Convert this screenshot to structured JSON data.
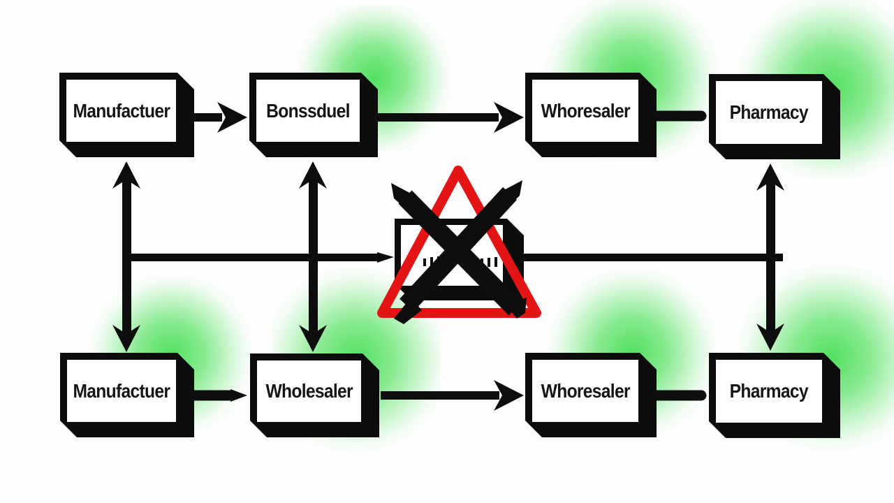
{
  "diagram": {
    "description": "Pharmaceutical supply chain flow diagram with a crossed-out (blocked) intermediary node in the center",
    "top_row": [
      "Manufactuer",
      "Bonssduel",
      "Whoresaler",
      "Pharmacy"
    ],
    "bottom_row": [
      "Manufactuer",
      "Wholesaler",
      "Whoresaler",
      "Pharmacy"
    ],
    "center_symbol": {
      "icon": "warning-triangle-icon",
      "overlay_icon": "cross-icon",
      "meaning": "blocked-node"
    },
    "connections": {
      "top_flow": "left-to-right arrows between top row nodes",
      "bottom_flow": "left-to-right arrows between bottom row nodes",
      "vertical_links": "double-headed arrows between top and bottom rows at columns 1, 2 and 4",
      "middle_line": "horizontal line into and out of the crossed-out center node"
    }
  },
  "colors": {
    "background": "#fdfdfd",
    "ink": "#0d0d0d",
    "warning_red": "#e41414",
    "glow_green": "#4ade57",
    "node_fill": "#ffffff"
  }
}
